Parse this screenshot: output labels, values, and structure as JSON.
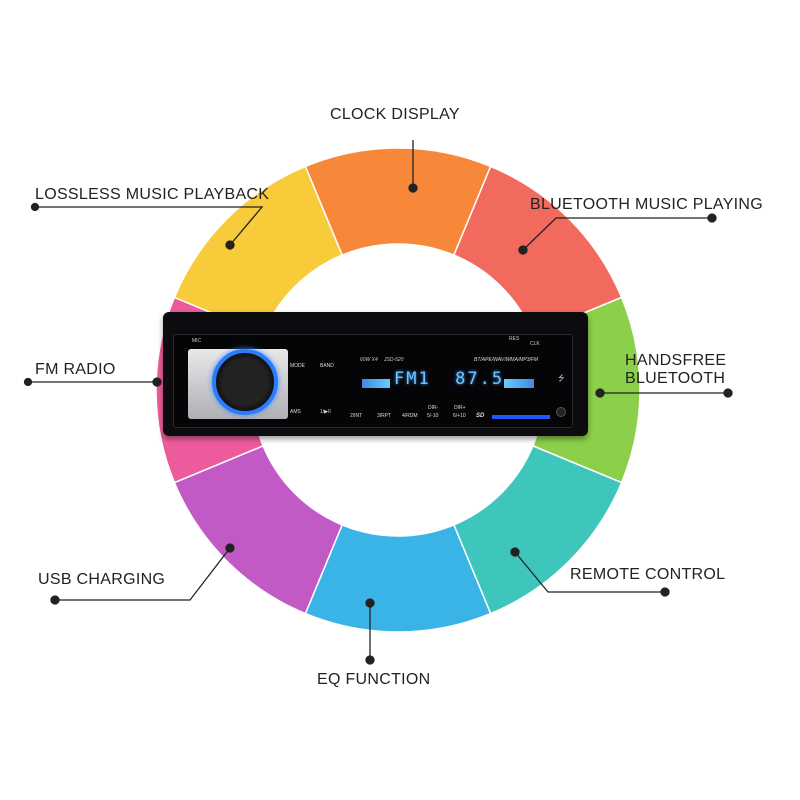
{
  "callouts": {
    "clock": "CLOCK DISPLAY",
    "lossless": "LOSSLESS MUSIC PLAYBACK",
    "bt_music": "BLUETOOTH MUSIC PLAYING",
    "fm": "FM RADIO",
    "handsfree_1": "HANDSFREE",
    "handsfree_2": "BLUETOOTH",
    "usb": "USB CHARGING",
    "remote": "REMOTE CONTROL",
    "eq": "EQ FUNCTION"
  },
  "segment_colors": [
    "#f7883a",
    "#f26a5e",
    "#8ccf4a",
    "#3ec6bd",
    "#3ab4e6",
    "#c25ac6",
    "#ec5c9c",
    "#f8cb3a"
  ],
  "radio": {
    "mic": "MIC",
    "mode": "MODE",
    "band": "BAND",
    "power": "60W X4",
    "model": "JSD-520",
    "formats": "BT/APE/WAV/WMA/MP3/FM",
    "res": "RES",
    "clk": "CLK",
    "display": "FM1  87.5",
    "ams": "AMS",
    "b1": "1/▶II",
    "b2": "2/INT",
    "b3": "3/RPT",
    "b4": "4/RDM",
    "b5_top": "DIR-",
    "b5": "5/-10",
    "b6_top": "DIR+",
    "b6": "6/+10",
    "sd": "SD"
  }
}
